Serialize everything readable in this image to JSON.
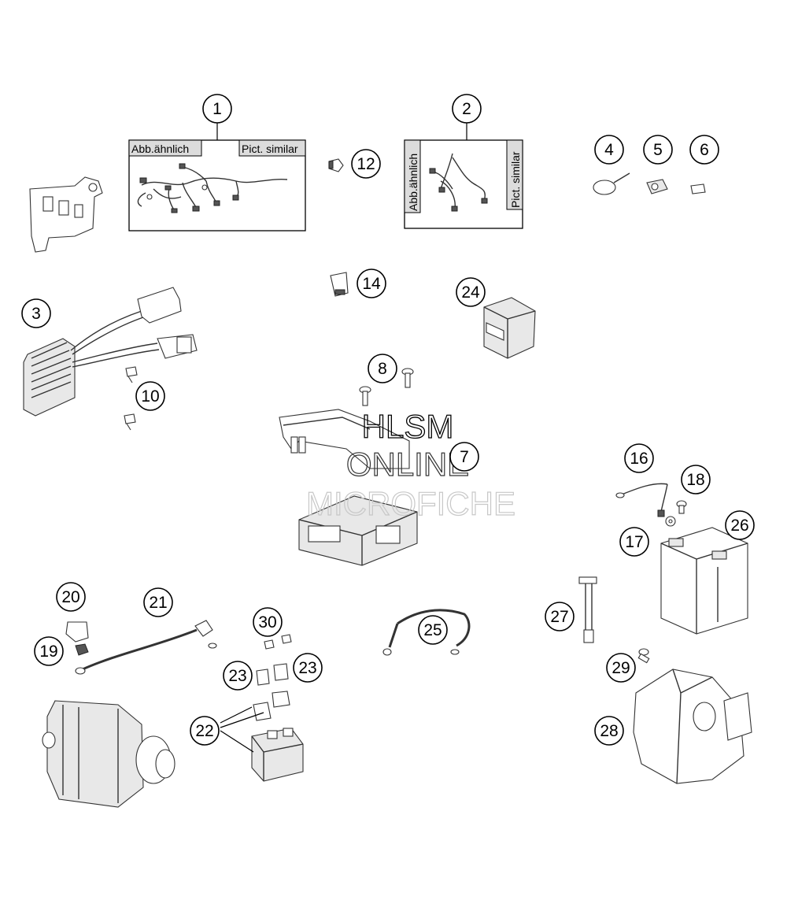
{
  "diagram": {
    "box_1": {
      "label_left": "Abb.ähnlich",
      "label_right": "Pict. similar"
    },
    "box_2": {
      "label_left": "Abb.ähnlich",
      "label_right": "Pict. similar"
    },
    "callouts": [
      {
        "id": "c1",
        "label": "1"
      },
      {
        "id": "c2",
        "label": "2"
      },
      {
        "id": "c3",
        "label": "3"
      },
      {
        "id": "c4",
        "label": "4"
      },
      {
        "id": "c5",
        "label": "5"
      },
      {
        "id": "c6",
        "label": "6"
      },
      {
        "id": "c7",
        "label": "7"
      },
      {
        "id": "c8",
        "label": "8"
      },
      {
        "id": "c10",
        "label": "10"
      },
      {
        "id": "c12",
        "label": "12"
      },
      {
        "id": "c14",
        "label": "14"
      },
      {
        "id": "c16",
        "label": "16"
      },
      {
        "id": "c17",
        "label": "17"
      },
      {
        "id": "c18",
        "label": "18"
      },
      {
        "id": "c19",
        "label": "19"
      },
      {
        "id": "c20",
        "label": "20"
      },
      {
        "id": "c21",
        "label": "21"
      },
      {
        "id": "c22",
        "label": "22"
      },
      {
        "id": "c23a",
        "label": "23"
      },
      {
        "id": "c23b",
        "label": "23"
      },
      {
        "id": "c24",
        "label": "24"
      },
      {
        "id": "c25",
        "label": "25"
      },
      {
        "id": "c26",
        "label": "26"
      },
      {
        "id": "c27",
        "label": "27"
      },
      {
        "id": "c28",
        "label": "28"
      },
      {
        "id": "c29",
        "label": "29"
      },
      {
        "id": "c30",
        "label": "30"
      }
    ]
  },
  "watermark": {
    "line1": "HLSM",
    "line2": "ONLINE",
    "line3": "MICROFICHE"
  }
}
